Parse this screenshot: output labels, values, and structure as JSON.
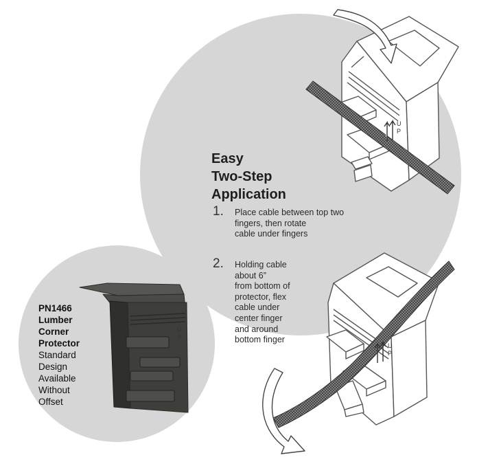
{
  "heading": {
    "line1": "Easy",
    "line2": "Two-Step",
    "line3": "Application"
  },
  "steps": [
    {
      "number": "1.",
      "lines": [
        "Place cable between top two",
        "fingers, then rotate",
        "cable under fingers"
      ]
    },
    {
      "number": "2.",
      "lines": [
        "Holding cable",
        "about 6”",
        "from bottom of",
        "protector, flex",
        "cable under",
        "center finger",
        "and around",
        "bottom finger"
      ]
    }
  ],
  "product": {
    "line1": "PN1466",
    "line2": "Lumber",
    "line3": "Corner",
    "line4": "Protector",
    "line5": "Standard",
    "line6": "Design",
    "line7": "Available",
    "line8": "Without",
    "line9": "Offset"
  },
  "marks": {
    "up_u": "U",
    "up_p": "P"
  },
  "colors": {
    "circle": "#d6d6d6",
    "product_body": "#3e3f3b",
    "product_edge": "#2a2b28",
    "line_art": "#555555",
    "cable": "#2f2f2f"
  }
}
